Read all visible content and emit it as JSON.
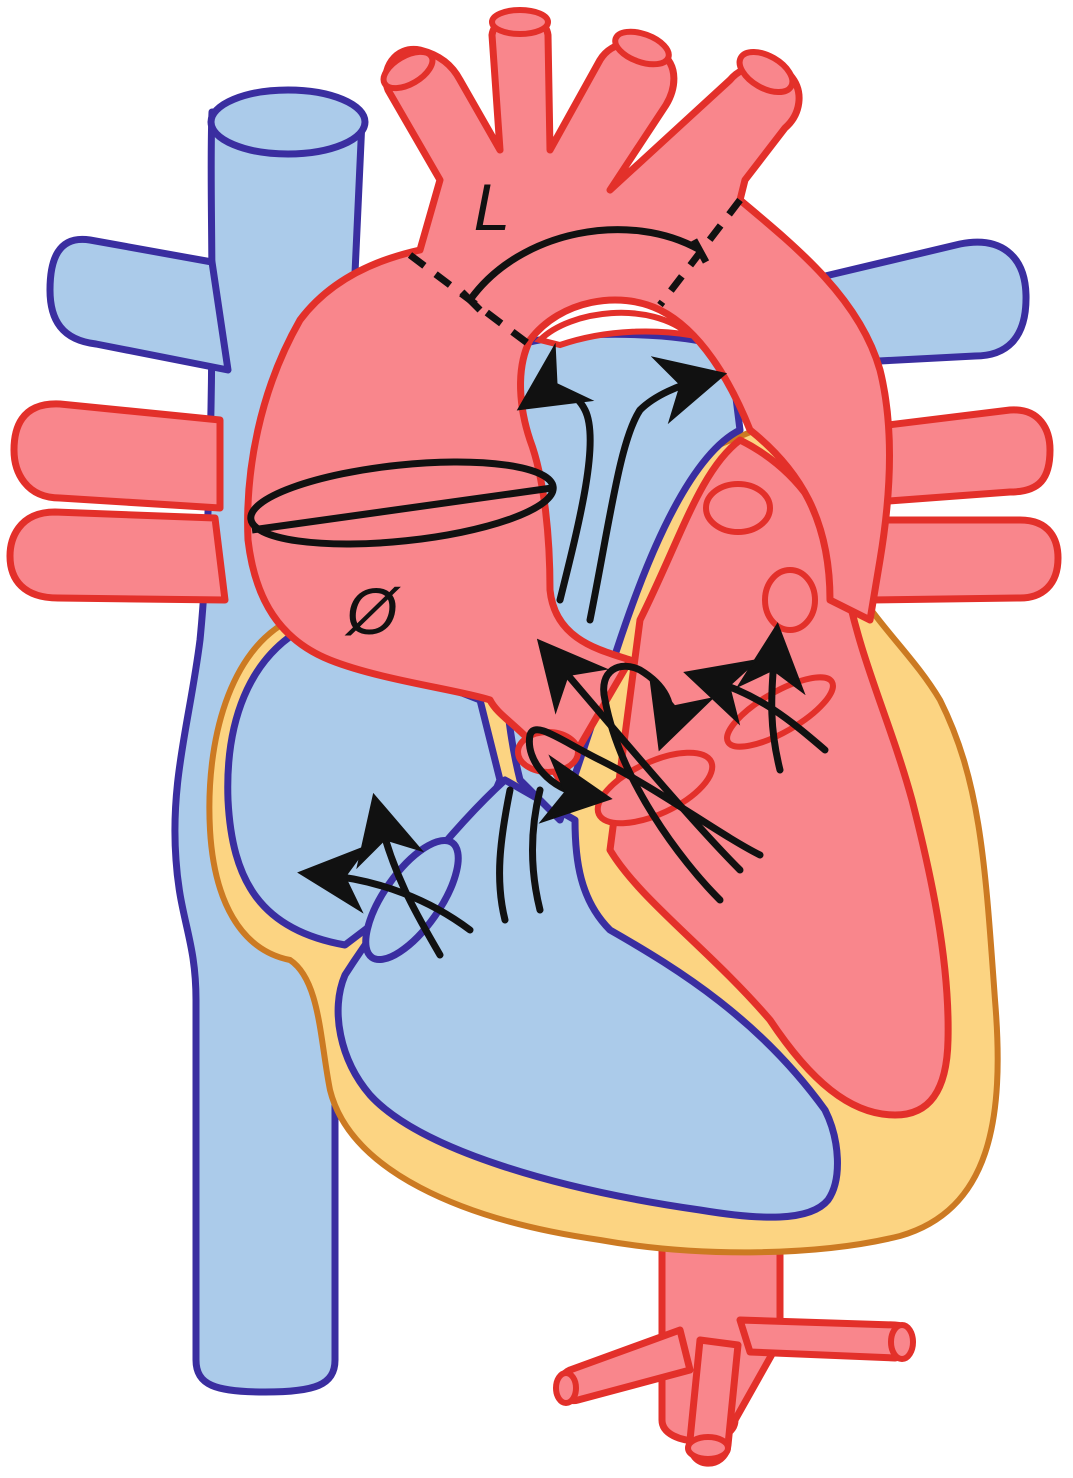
{
  "diagram": {
    "labels": {
      "aortic_length": "L",
      "annulus_diameter": "Ø"
    },
    "colors": {
      "deoxygenated_fill": "#abcbea",
      "deoxygenated_stroke": "#3a2ea0",
      "oxygenated_fill": "#f9868c",
      "oxygenated_stroke": "#e3302a",
      "pericardium_fill": "#fcd482",
      "pericardium_stroke": "#cc7a22",
      "flow_arrow": "#111111"
    },
    "icons": [
      "flow-arrow",
      "valve-ring",
      "measurement-line"
    ]
  }
}
